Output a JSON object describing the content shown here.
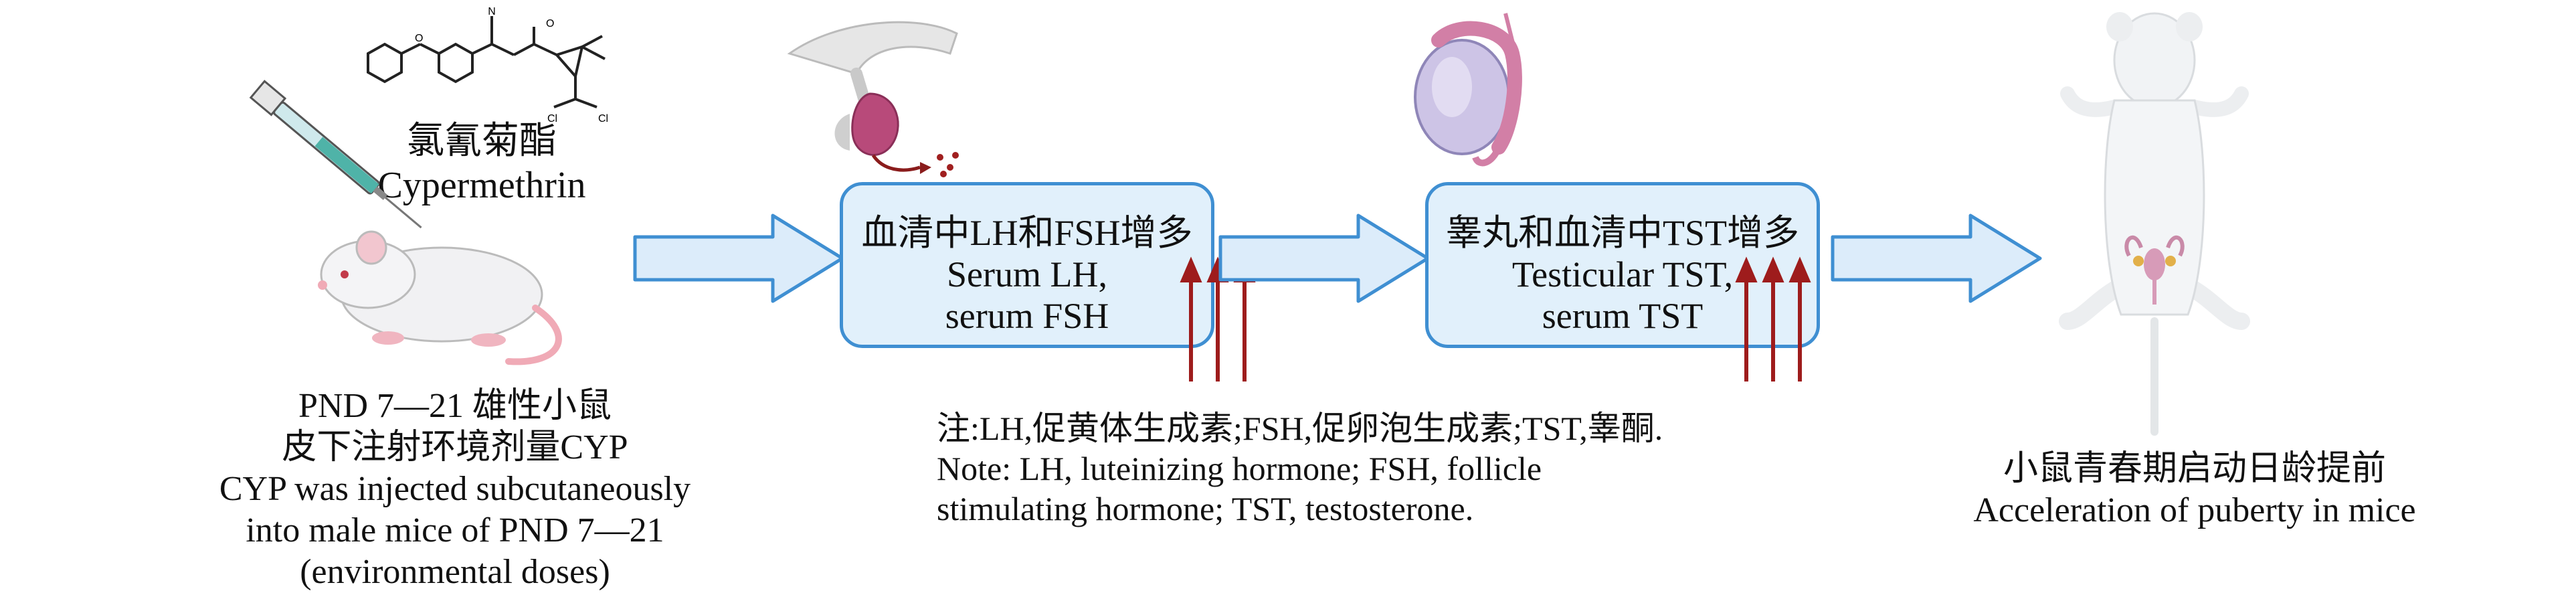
{
  "diagram": {
    "chemical": {
      "name_cn": "氯氰菊酯",
      "name_en": "Cypermethrin"
    },
    "exposure": {
      "lines": [
        "PND 7—21 雄性小鼠",
        "皮下注射环境剂量CYP",
        "CYP was injected subcutaneously",
        "into male mice of PND 7—21",
        "(environmental doses)"
      ]
    },
    "serum_box": {
      "lines": [
        "血清中LH和FSH增多",
        "Serum LH,",
        "serum FSH"
      ]
    },
    "testis_box": {
      "lines": [
        "睾丸和血清中TST增多",
        "Testicular TST,",
        "serum TST"
      ]
    },
    "note": {
      "lines": [
        "注:LH,促黄体生成素;FSH,促卵泡生成素;TST,睾酮.",
        "Note:  LH, luteinizing hormone; FSH, follicle",
        "stimulating hormone; TST, testosterone."
      ]
    },
    "outcome": {
      "cn": "小鼠青春期启动日龄提前",
      "en": "Acceleration of puberty in mice"
    },
    "colors": {
      "box_border": "#3f8fd2",
      "box_fill": "#e1f0fb",
      "flow_arrow_border": "#3f8fd2",
      "flow_arrow_fill": "#dcecfa",
      "increase_arrow": "#9e1c1c"
    }
  }
}
